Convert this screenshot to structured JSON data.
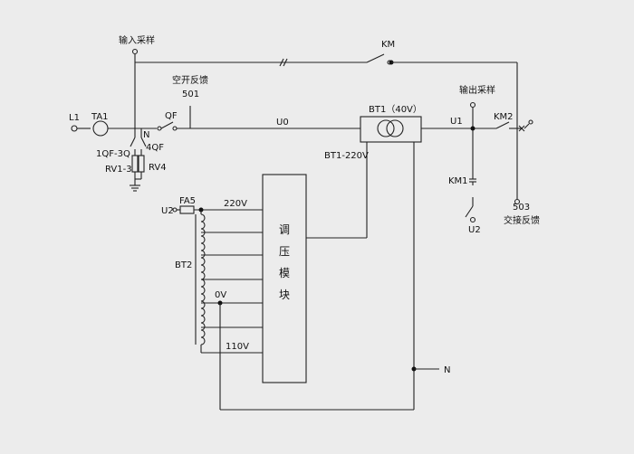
{
  "labels": {
    "input_sample": "输入采样",
    "output_sample": "输出采样",
    "km": "KM",
    "open_feedback": "空开反馈",
    "n501": "501",
    "l1": "L1",
    "ta1": "TA1",
    "qf": "QF",
    "u0": "U0",
    "bt1": "BT1（40V）",
    "u1": "U1",
    "km2": "KM2",
    "n1": "N",
    "qf4": "4QF",
    "qf1": "1QF-3Q",
    "rv1": "RV1-3",
    "rv4": "RV4",
    "bt1_220": "BT1-220V",
    "km1": "KM1",
    "u2_km1": "U2",
    "n503": "503",
    "contact_feedback": "交接反馈",
    "fa5": "FA5",
    "u2": "U2",
    "v220": "220V",
    "bt2": "BT2",
    "v0": "0V",
    "v110": "110V",
    "n_bottom": "N"
  },
  "module": {
    "line1": "调",
    "line2": "压",
    "line3": "模",
    "line4": "块"
  }
}
